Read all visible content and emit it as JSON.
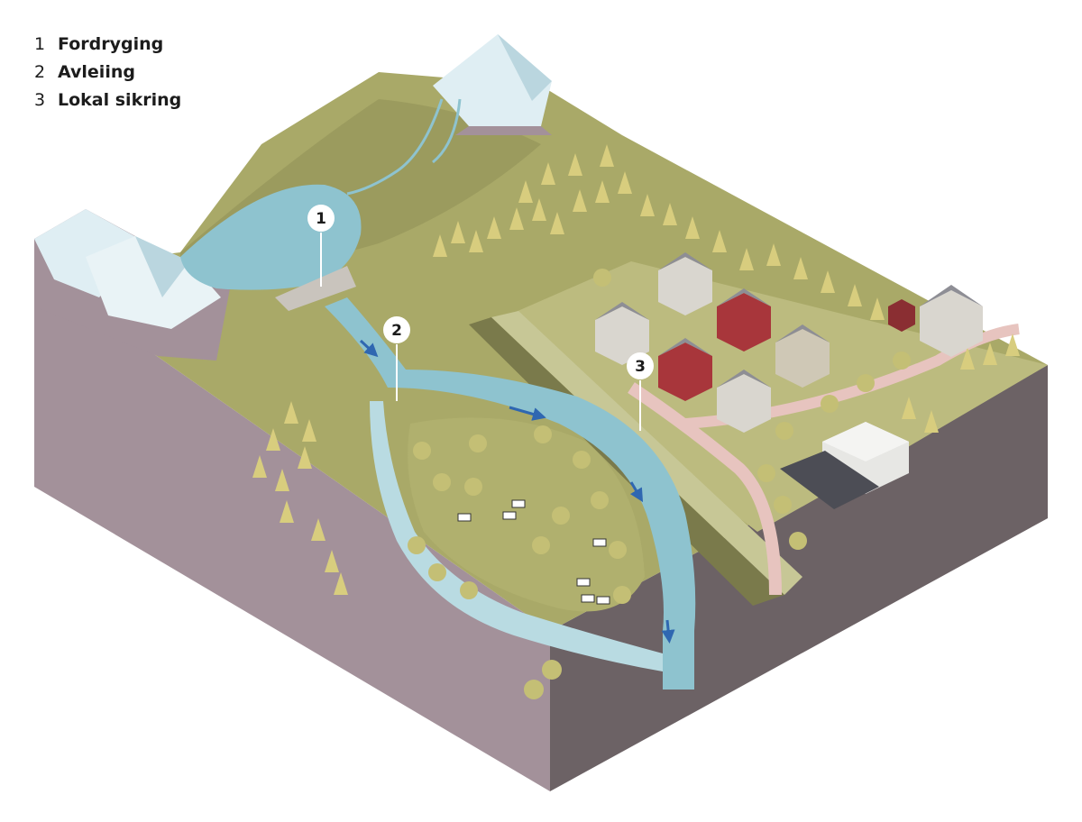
{
  "legend": {
    "items": [
      {
        "number": "1",
        "label": "Fordryging"
      },
      {
        "number": "2",
        "label": "Avleiing"
      },
      {
        "number": "3",
        "label": "Lokal sikring"
      }
    ]
  },
  "markers": [
    {
      "number": "1"
    },
    {
      "number": "2"
    },
    {
      "number": "3"
    }
  ],
  "colors": {
    "grass": "#a9a968",
    "grass_light": "#bcbb7f",
    "soil_left": "#a3919a",
    "soil_right": "#6c6265",
    "water": "#8ec3cf",
    "water_light": "#b9dbe2",
    "snow": "#dfeef3",
    "road": "#e7c4bf",
    "tree": "#d8cd7e",
    "house_grey": "#d9d6cf",
    "house_red": "#a8363b",
    "flow_arrow": "#2f67b1"
  }
}
